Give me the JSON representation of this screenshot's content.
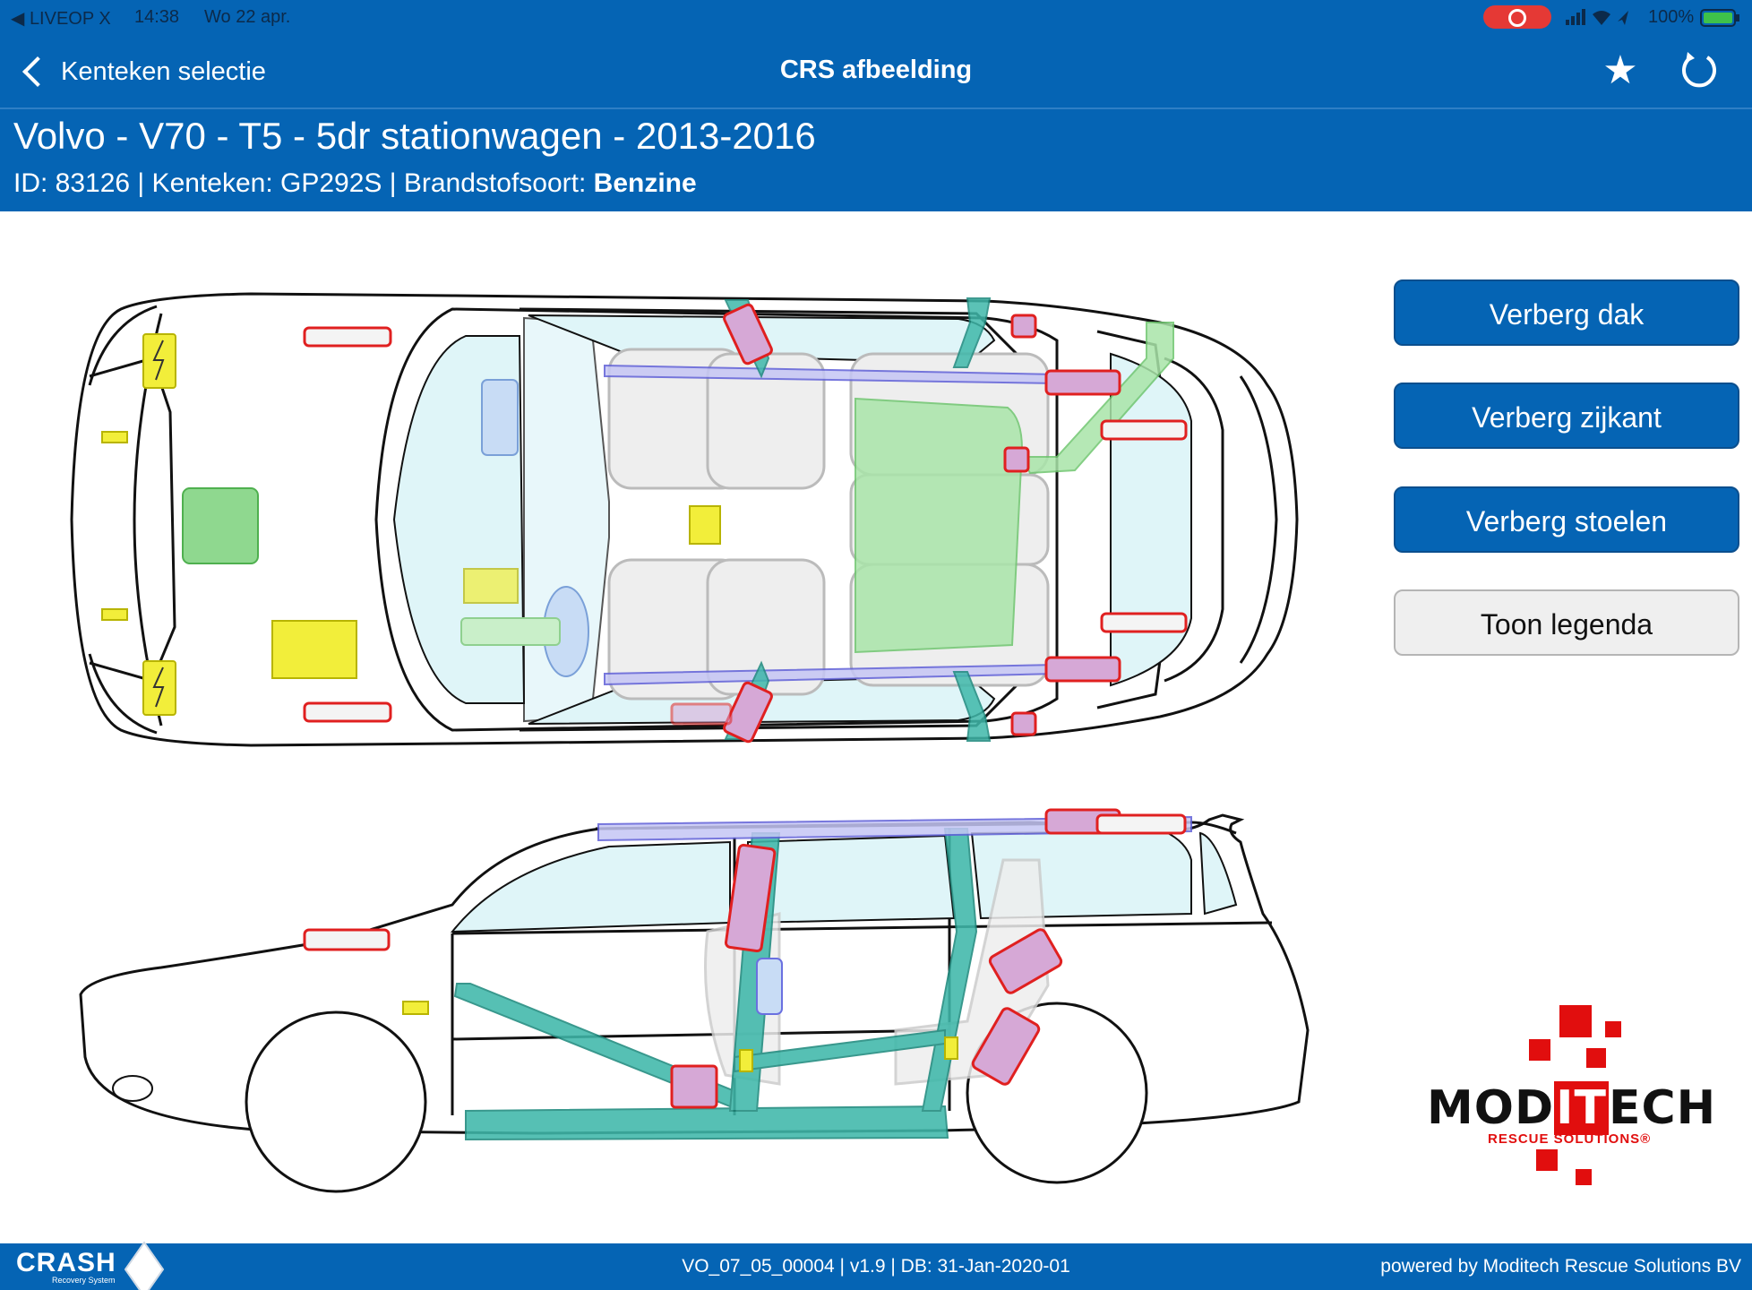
{
  "status_bar": {
    "carrier": "◀ LIVEOP X",
    "time": "14:38",
    "date": "Wo 22 apr.",
    "battery": "100%"
  },
  "nav": {
    "back_label": "Kenteken selectie",
    "title": "CRS afbeelding",
    "favorite_icon": "star-icon",
    "refresh_icon": "refresh-icon"
  },
  "vehicle": {
    "title": "Volvo - V70 - T5 - 5dr stationwagen - 2013-2016",
    "subtitle_prefix": "ID: 83126 | Kenteken: GP292S | Brandstofsoort:",
    "fuel": "Benzine"
  },
  "buttons": {
    "hide_roof": "Verberg dak",
    "hide_side": "Verberg zijkant",
    "hide_seats": "Verberg stoelen",
    "show_legend": "Toon legenda"
  },
  "footer": {
    "logo_text": "CRASH",
    "logo_sub": "Recovery System",
    "version": "VO_07_05_00004 | v1.9 | DB: 31-Jan-2020-01",
    "powered": "powered by Moditech Rescue Solutions BV"
  },
  "logo": {
    "pre": "MOD",
    "it": "IT",
    "post": "ECH",
    "sub": "RESCUE SOLUTIONS®"
  },
  "colors": {
    "header_blue": "#0564b4",
    "reinforcement": "#3fb8aa",
    "airbag_red": "#e02020",
    "battery_yellow": "#f2ee3a",
    "fuel_green": "#8fd88f",
    "glass_blue": "#dff5f8"
  }
}
